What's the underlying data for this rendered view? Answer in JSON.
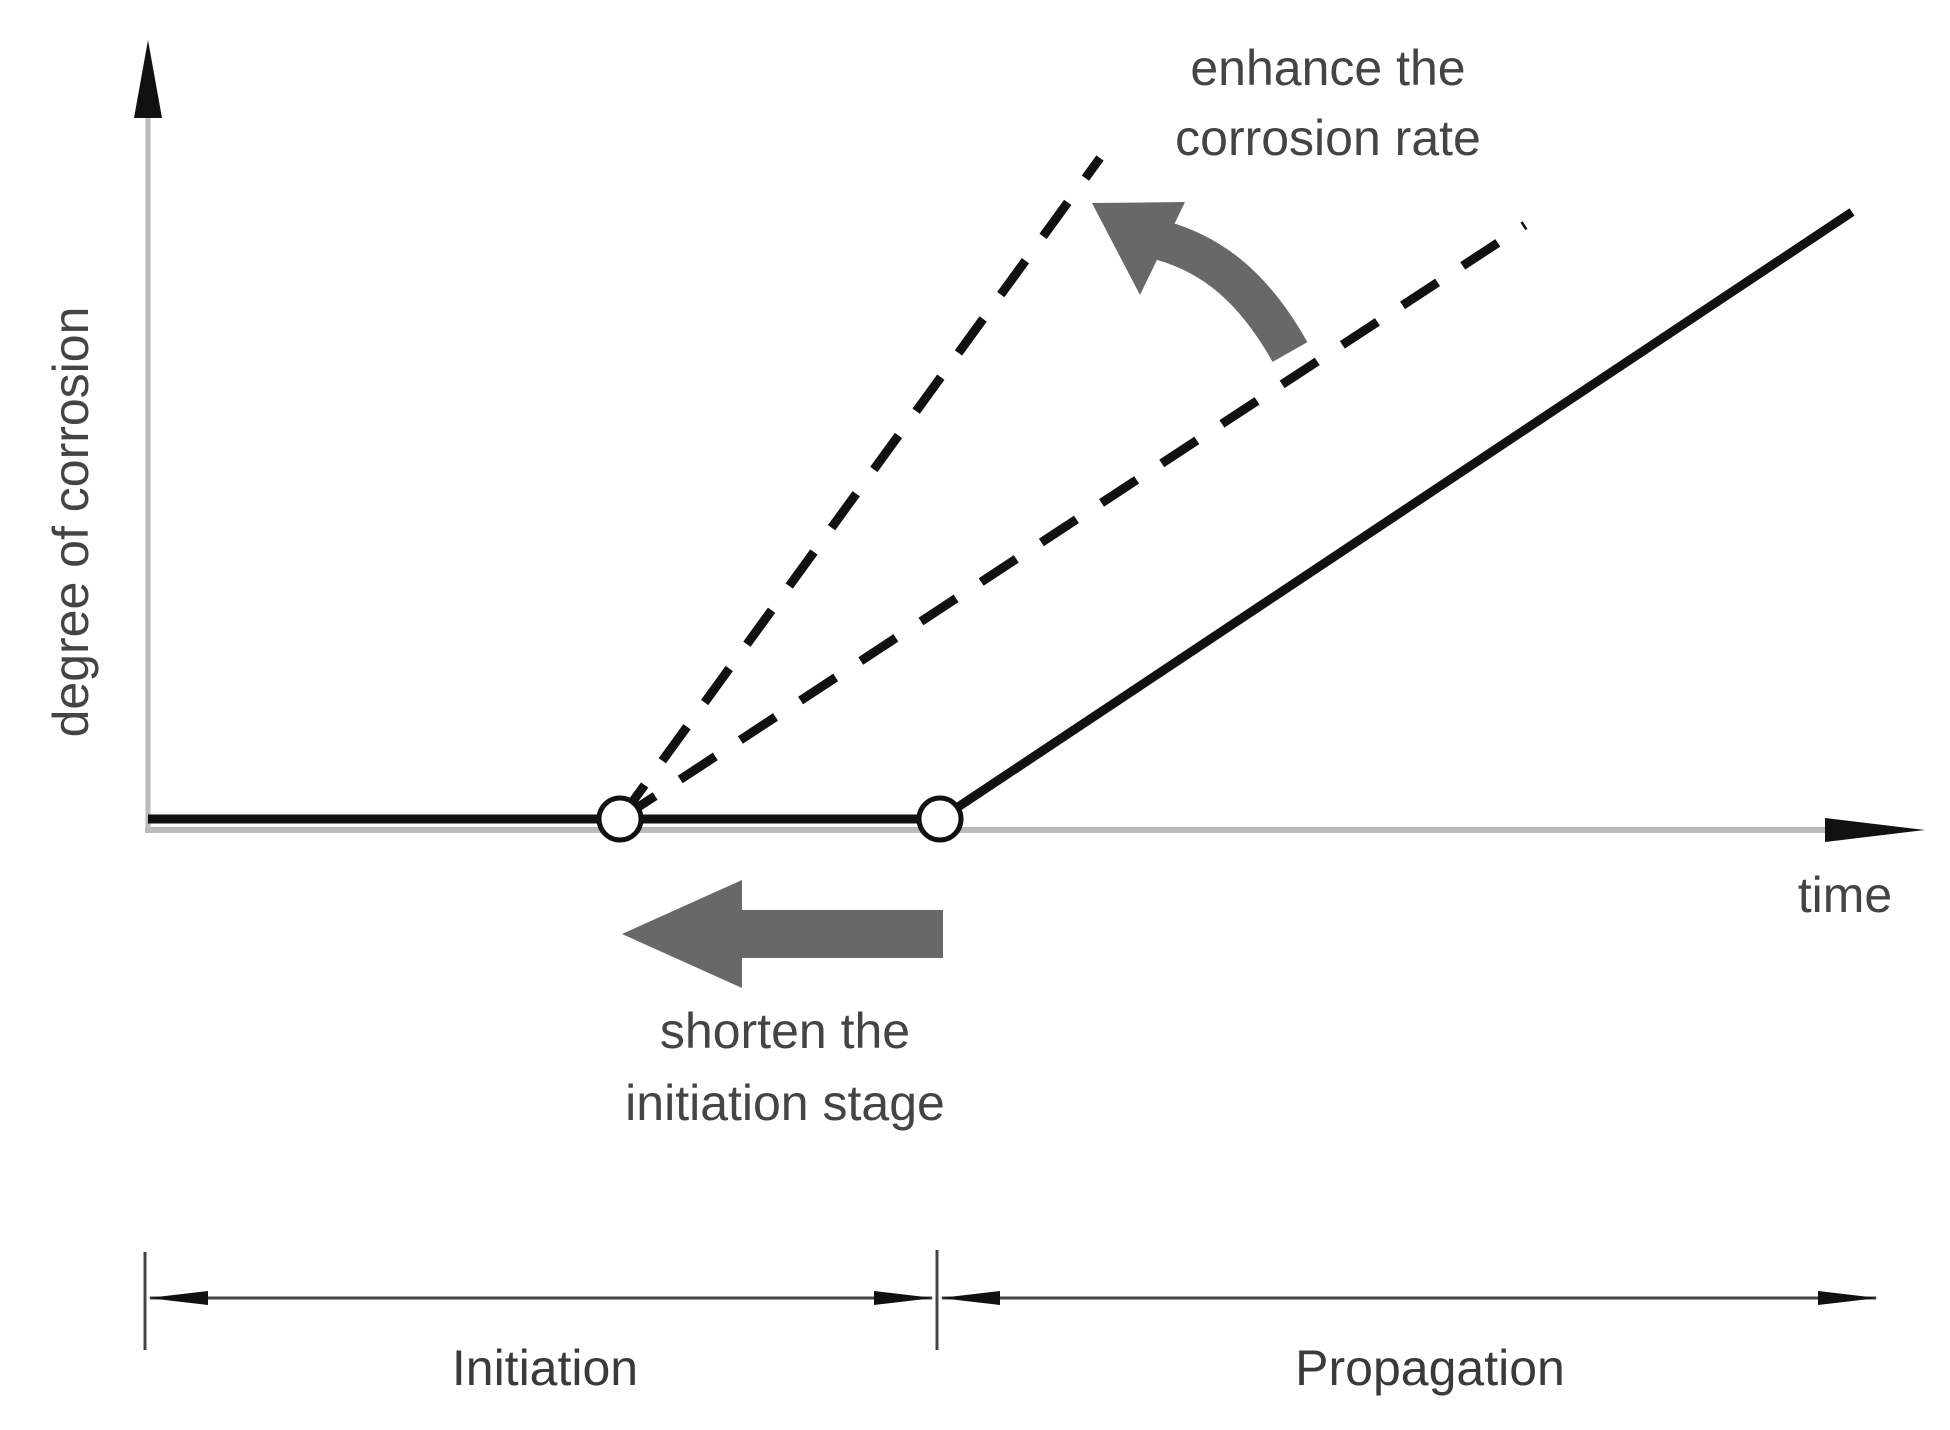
{
  "axes": {
    "y_label": "degree of corrosion",
    "x_label": "time"
  },
  "annotations": {
    "rate": {
      "line1": "enhance the",
      "line2": "corrosion rate"
    },
    "initiation": {
      "line1": "shorten the",
      "line2": "initiation stage"
    }
  },
  "stages": {
    "initiation": "Initiation",
    "propagation": "Propagation"
  },
  "colors": {
    "line": "#111111",
    "axis": "#bbbbbb",
    "arrow_fill": "#686868",
    "text": "#444444"
  }
}
